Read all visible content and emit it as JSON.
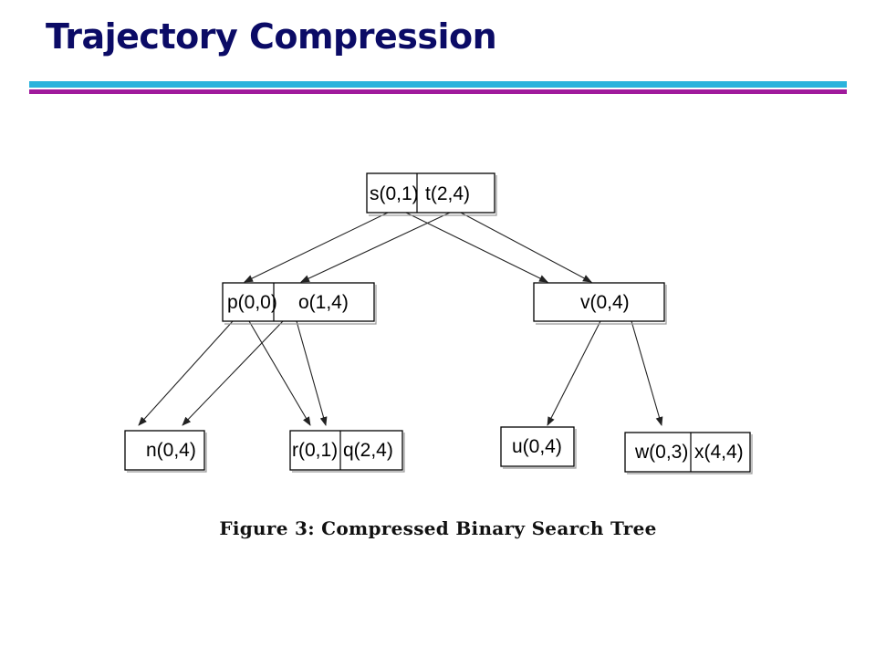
{
  "slide": {
    "title": "Trajectory Compression"
  },
  "figure": {
    "caption": "Figure 3:  Compressed Binary Search Tree",
    "nodes": {
      "root": [
        "s(0,1)",
        "t(2,4)"
      ],
      "left": [
        "p(0,0)",
        "o(1,4)"
      ],
      "right": [
        "v(0,4)"
      ],
      "ll": [
        "n(0,4)"
      ],
      "lr": [
        "r(0,1)",
        "q(2,4)"
      ],
      "rl": [
        "u(0,4)"
      ],
      "rr": [
        "w(0,3)",
        "x(4,4)"
      ]
    }
  },
  "colors": {
    "title": "#0b0b66",
    "rule_top": "#2bb3dc",
    "rule_bottom": "#a01a9c"
  }
}
